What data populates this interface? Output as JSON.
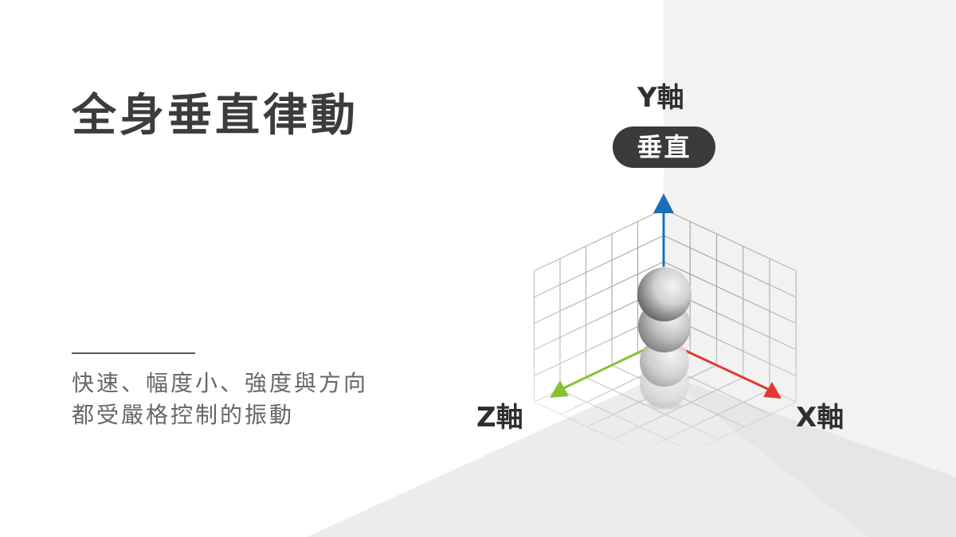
{
  "title": "全身垂直律動",
  "description": {
    "line1": "快速、幅度小、強度與方向",
    "line2": "都受嚴格控制的振動"
  },
  "axes": {
    "y": {
      "label": "Y軸",
      "badge": "垂直",
      "color": "#1b6fb8"
    },
    "x": {
      "label": "X軸",
      "color": "#e2392f"
    },
    "z": {
      "label": "Z軸",
      "color": "#86c232"
    }
  },
  "colors": {
    "title": "#3c3c3c",
    "badge_bg": "#3a3a3a",
    "background_panel": "#f2f2f2",
    "floor": "#ececec"
  }
}
